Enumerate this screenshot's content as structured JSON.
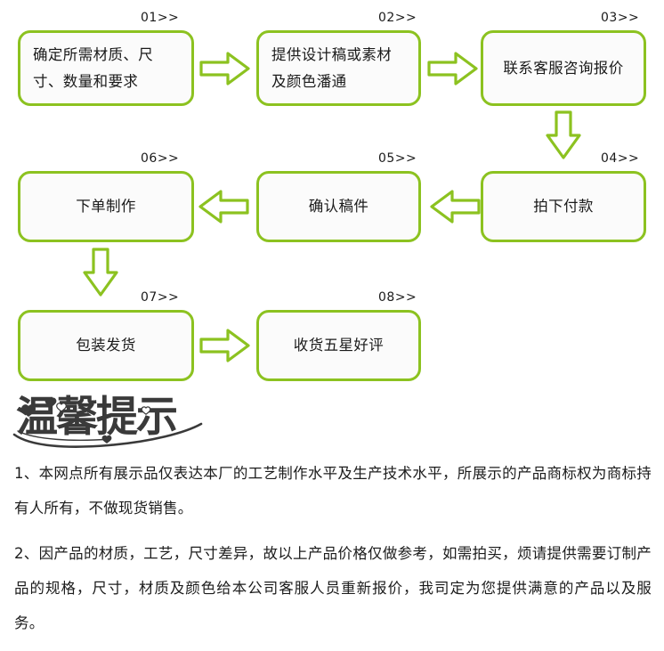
{
  "theme": {
    "accent_green": "#8cc220",
    "node_fill": "#fbfbfb",
    "text_color": "#1a1a1a",
    "background": "#ffffff"
  },
  "flowchart": {
    "type": "process-flow",
    "steps": [
      {
        "number": "01>>",
        "label": "确定所需材质、尺寸、数量和要求",
        "align": "left"
      },
      {
        "number": "02>>",
        "label": "提供设计稿或素材及颜色潘通",
        "align": "left"
      },
      {
        "number": "03>>",
        "label": "联系客服咨询报价",
        "align": "center"
      },
      {
        "number": "04>>",
        "label": "拍下付款",
        "align": "center"
      },
      {
        "number": "05>>",
        "label": "确认稿件",
        "align": "center"
      },
      {
        "number": "06>>",
        "label": "下单制作",
        "align": "center"
      },
      {
        "number": "07>>",
        "label": "包装发货",
        "align": "center"
      },
      {
        "number": "08>>",
        "label": "收货五星好评",
        "align": "center"
      }
    ],
    "connectors": [
      {
        "from": "01",
        "to": "02",
        "direction": "right"
      },
      {
        "from": "02",
        "to": "03",
        "direction": "right"
      },
      {
        "from": "03",
        "to": "04",
        "direction": "down"
      },
      {
        "from": "04",
        "to": "05",
        "direction": "left"
      },
      {
        "from": "05",
        "to": "06",
        "direction": "left"
      },
      {
        "from": "06",
        "to": "07",
        "direction": "down"
      },
      {
        "from": "07",
        "to": "08",
        "direction": "right"
      }
    ]
  },
  "tips": {
    "logo_text": "温馨提示",
    "paragraphs": [
      "1、本网点所有展示品仅表达本厂的工艺制作水平及生产技术水平，所展示的产品商标权为商标持有人所有，不做现货销售。",
      "2、因产品的材质，工艺，尺寸差异，故以上产品价格仅做参考，如需拍买，烦请提供需要订制产品的规格，尺寸，材质及颜色给本公司客服人员重新报价，我司定为您提供满意的产品以及服务。"
    ]
  }
}
